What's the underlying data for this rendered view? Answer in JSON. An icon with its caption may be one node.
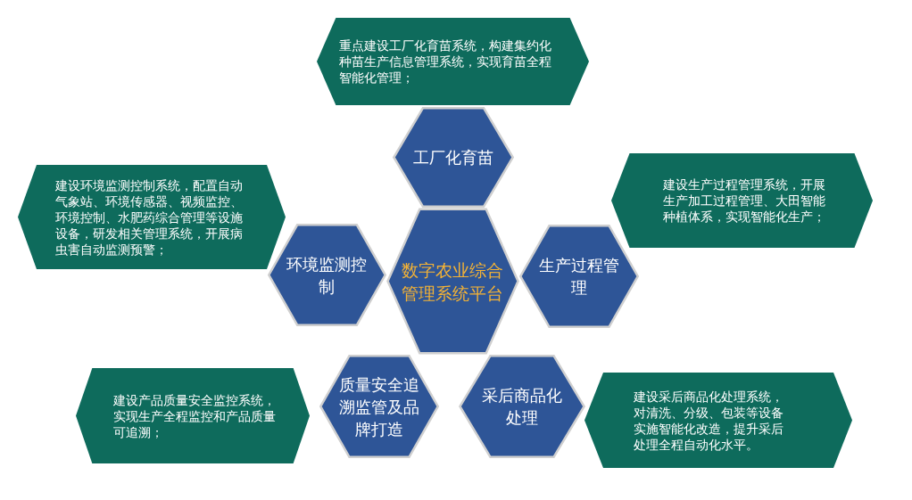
{
  "diagram": {
    "nodes": [
      {
        "text": [
          "重点建设工厂化育苗系统，构建集约化种苗生产信息管理系统，实现育苗全程智能化管理；"
        ]
      },
      {
        "text": [
          "工厂化育苗"
        ]
      },
      {
        "text": [
          "建设环境监测控制系统，配置自动气象站、环境传感器、视频监控、环境控制、水肥药综合管理等设施设备，研发相关管理系统，开展病虫害自动监测预警；"
        ]
      },
      {
        "text": [
          "建设生产过程管理系统，开展生产加工过程管理、大田智能种植体系，实现智能化生产；"
        ]
      },
      {
        "text": [
          "数字农业综合管理系统平台"
        ]
      },
      {
        "text": [
          "环境监测控制"
        ]
      },
      {
        "text": [
          "生产过程管理"
        ]
      },
      {
        "text": [
          "建设产品质量安全监控系统，实现生产全程监控和产品质量可追溯；"
        ]
      },
      {
        "text": [
          "质量安全追溯监管及品牌打造"
        ]
      },
      {
        "text": [
          "采后商品化处理"
        ]
      },
      {
        "text": [
          "建设采后商品化处理系统，对清洗、分级、包装等设备实施智能化改造，提升采后处理全程自动化水平。"
        ]
      }
    ]
  }
}
